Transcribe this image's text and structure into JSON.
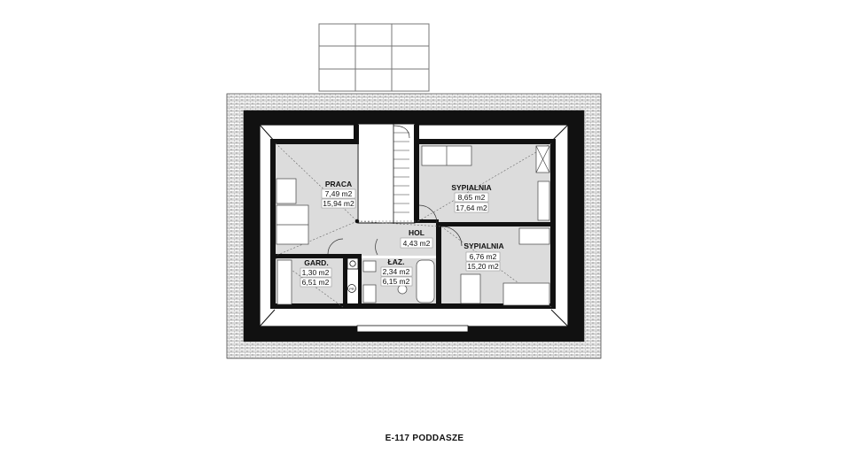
{
  "caption": "E-117 PODDASZE",
  "rooms": {
    "praca": {
      "name": "PRACA",
      "area": "7,49 m2",
      "area2": "15,94 m2"
    },
    "sypialnia1": {
      "name": "SYPIALNIA",
      "area": "8,65 m2",
      "area2": "17,64 m2"
    },
    "hol": {
      "name": "HOL",
      "area": "4,43 m2"
    },
    "sypialnia2": {
      "name": "SYPIALNIA",
      "area": "6,76 m2",
      "area2": "15,20 m2"
    },
    "gard": {
      "name": "GARD.",
      "area": "1,30 m2",
      "area2": "6,51 m2"
    },
    "laz": {
      "name": "ŁAZ.",
      "area": "2,34 m2",
      "area2": "6,15 m2"
    }
  },
  "appliance_label": "PR",
  "colors": {
    "wall": "#111111",
    "room_fill": "#dcdcdc",
    "roof_hatch": "#555555"
  }
}
